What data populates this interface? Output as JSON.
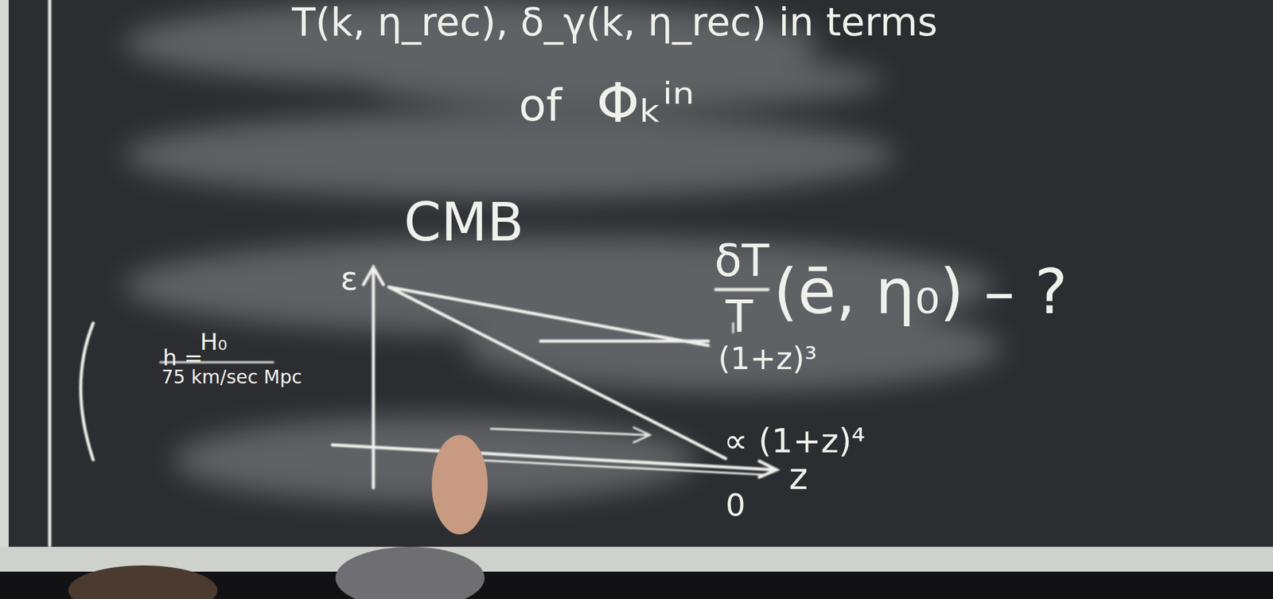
{
  "diagram": {
    "labels": [
      "T(k, η_rec), δ_γ(k, η_rec) in terms",
      "of",
      "Φₖⁱⁿ",
      "CMB",
      "δT",
      "T",
      "(ē, η₀) – ?",
      "ε",
      "h =",
      "H₀",
      "75 km/sec Mpc",
      "(1+z)³",
      "∝ (1+z)⁴",
      "0",
      "z"
    ]
  }
}
